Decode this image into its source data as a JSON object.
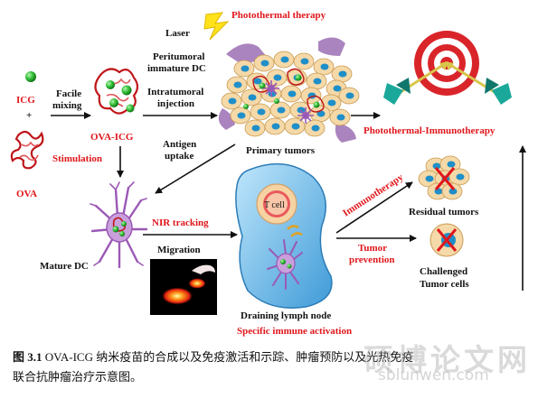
{
  "diagram": {
    "icg": "ICG",
    "plus": "+",
    "ova": "OVA",
    "facile_mixing_line1": "Facile",
    "facile_mixing_line2": "mixing",
    "ova_icg": "OVA-ICG",
    "stimulation": "Stimulation",
    "laser": "Laser",
    "photothermal_therapy": "Photothermal therapy",
    "peritumoral_line1": "Peritumoral",
    "peritumoral_line2": "immature DC",
    "intratumoral_line1": "Intratumoral",
    "intratumoral_line2": "injection",
    "primary_tumors": "Primary tumors",
    "antigen_line1": "Antigen",
    "antigen_line2": "uptake",
    "photothermal_immunotherapy": "Photothermal-Immunotherapy",
    "mature_dc": "Mature DC",
    "nir_tracking": "NIR tracking",
    "migration": "Migration",
    "t_cell": "T cell",
    "immunotherapy": "Immunotherapy",
    "residual_tumors": "Residual tumors",
    "tumor_prevention_line1": "Tumor",
    "tumor_prevention_line2": "prevention",
    "challenged_line1": "Challenged",
    "challenged_line2": "Tumor cells",
    "draining_lymph_node": "Draining lymph node",
    "specific_immune_activation": "Specific immune activation"
  },
  "caption": {
    "figure_label": "图 3.1",
    "text_line1": "OVA-ICG 纳米疫苗的合成以及免疫激活和示踪、肿瘤预防以及光热免疫",
    "text_line2": "联合抗肿瘤治疗示意图。"
  },
  "watermark": {
    "chinese": "硕博论文网",
    "url": "sblunwen.com"
  },
  "colors": {
    "accent_red": "#e0161b",
    "tumor_cell": "#f5d9a8",
    "nucleus": "#1f8fc9",
    "dc_purple": "#9b59b6",
    "lymph_node_blue": "#7fc3ea",
    "target_red": "#d9252a",
    "dart_teal": "#1aa89a"
  }
}
